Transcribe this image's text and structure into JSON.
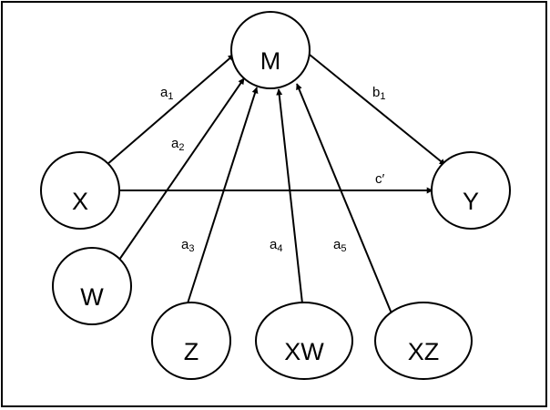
{
  "nodes": {
    "M": "M",
    "X": "X",
    "Y": "Y",
    "W": "W",
    "Z": "Z",
    "XW": "XW",
    "XZ": "XZ"
  },
  "edges": [
    {
      "from": "X",
      "to": "M",
      "label": "a",
      "sub": "1"
    },
    {
      "from": "W",
      "to": "M",
      "label": "a",
      "sub": "2"
    },
    {
      "from": "Z",
      "to": "M",
      "label": "a",
      "sub": "3"
    },
    {
      "from": "XW",
      "to": "M",
      "label": "a",
      "sub": "4"
    },
    {
      "from": "XZ",
      "to": "M",
      "label": "a",
      "sub": "5"
    },
    {
      "from": "M",
      "to": "Y",
      "label": "b",
      "sub": "1"
    },
    {
      "from": "X",
      "to": "Y",
      "label": "c′",
      "sub": ""
    }
  ]
}
